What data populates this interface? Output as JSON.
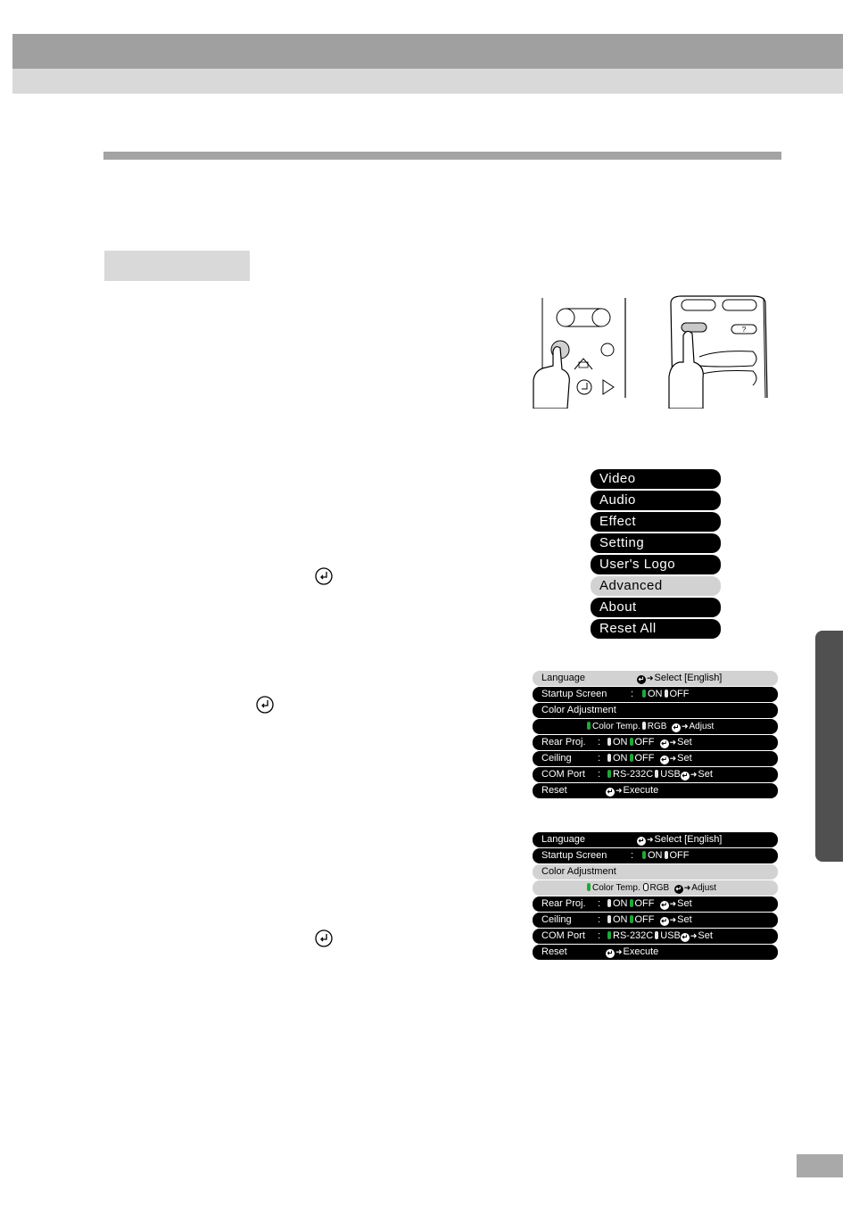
{
  "menu": {
    "items": [
      "Video",
      "Audio",
      "Effect",
      "Setting",
      "User's Logo",
      "Advanced",
      "About",
      "Reset All"
    ],
    "selected": "Advanced"
  },
  "panel1": {
    "language": {
      "label": "Language",
      "value": "Select [English]"
    },
    "startup": {
      "label": "Startup Screen",
      "sep": ":",
      "on": "ON",
      "off": "OFF"
    },
    "color": {
      "label": "Color Adjustment",
      "opt1": "Color Temp.",
      "opt2": "RGB",
      "action": "Adjust"
    },
    "rear": {
      "label": "Rear Proj.",
      "sep": ":",
      "on": "ON",
      "off": "OFF",
      "action": "Set"
    },
    "ceiling": {
      "label": "Ceiling",
      "sep": ":",
      "on": "ON",
      "off": "OFF",
      "action": "Set"
    },
    "com": {
      "label": "COM Port",
      "sep": ":",
      "opt1": "RS-232C",
      "opt2": "USB",
      "action": "Set"
    },
    "reset": {
      "label": "Reset",
      "action": "Execute"
    }
  },
  "panel2": {
    "language": {
      "label": "Language",
      "value": "Select [English]"
    },
    "startup": {
      "label": "Startup Screen",
      "sep": ":",
      "on": "ON",
      "off": "OFF"
    },
    "color": {
      "label": "Color Adjustment",
      "opt1": "Color Temp.",
      "opt2": "RGB",
      "action": "Adjust"
    },
    "rear": {
      "label": "Rear Proj.",
      "sep": ":",
      "on": "ON",
      "off": "OFF",
      "action": "Set"
    },
    "ceiling": {
      "label": "Ceiling",
      "sep": ":",
      "on": "ON",
      "off": "OFF",
      "action": "Set"
    },
    "com": {
      "label": "COM Port",
      "sep": ":",
      "opt1": "RS-232C",
      "opt2": "USB",
      "action": "Set"
    },
    "reset": {
      "label": "Reset",
      "action": "Execute"
    }
  },
  "remote": {
    "help_key": "?"
  },
  "icons": {
    "enter": "enter-icon",
    "arrow": "→"
  },
  "colors": {
    "header_dark": "#a0a0a0",
    "header_light": "#d9d9d9",
    "side_tab": "#505050",
    "menu_bg": "#000000",
    "menu_selected": "#d2d2d2",
    "indicator_green": "#1fa83a"
  }
}
